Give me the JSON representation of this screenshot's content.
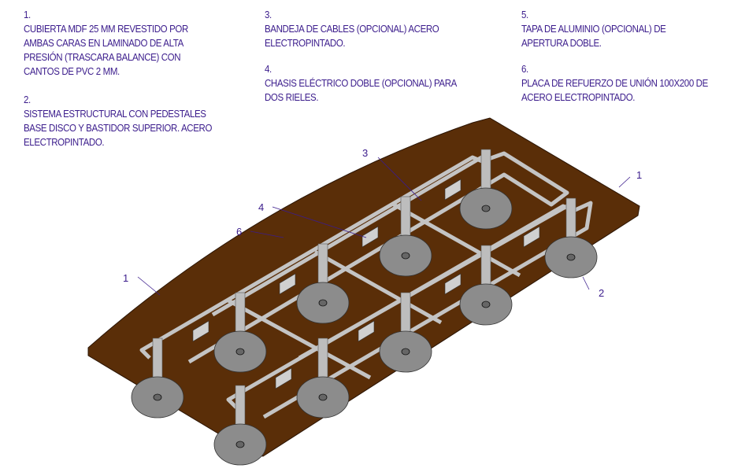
{
  "notes": [
    {
      "num": "1.",
      "text": "CUBIERTA MDF 25 MM REVESTIDO POR\nAMBAS CARAS EN LAMINADO DE ALTA\nPRESIÓN (TRASCARA BALANCE) CON\nCANTOS DE PVC 2 MM."
    },
    {
      "num": "2.",
      "text": "SISTEMA ESTRUCTURAL CON PEDESTALES\nBASE DISCO Y BASTIDOR SUPERIOR. ACERO\nELECTROPINTADO."
    },
    {
      "num": "3.",
      "text": "BANDEJA DE CABLES (OPCIONAL) ACERO\nELECTROPINTADO."
    },
    {
      "num": "4.",
      "text": "CHASIS ELÉCTRICO DOBLE (OPCIONAL) PARA\nDOS RIELES."
    },
    {
      "num": "5.",
      "text": "TAPA DE ALUMINIO (OPCIONAL) DE\nAPERTURA DOBLE."
    },
    {
      "num": "6.",
      "text": "PLACA DE REFUERZO DE UNIÓN 100X200 DE\nACERO ELECTROPINTADO."
    }
  ],
  "callouts": {
    "c3": "3",
    "c4": "4",
    "c6": "6",
    "c1a": "1",
    "c1b": "1",
    "c2": "2"
  },
  "colors": {
    "text": "#3b1c8c",
    "board": "#5a2e08",
    "steel": "#b8b8b8",
    "disc": "#8c8c8c"
  }
}
